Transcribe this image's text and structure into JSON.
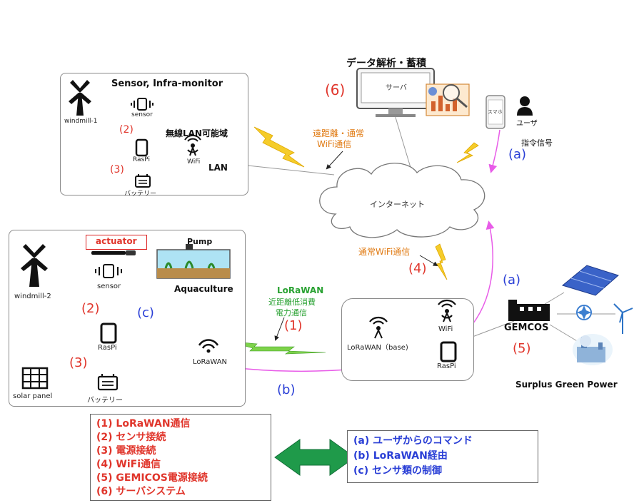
{
  "sensor_box": {
    "title": "Sensor, Infra-monitor",
    "windmill": "windmill-1",
    "sensor": "sensor",
    "raspi": "RasPi",
    "wifi": "WiFi",
    "battery": "バッテリー",
    "wlan_area": "無線LAN可能域",
    "lan": "LAN",
    "num2": "(2)",
    "num3": "(3)"
  },
  "aqua_box": {
    "windmill": "windmill-2",
    "actuator": "actuator",
    "pump": "Pump",
    "aquaculture": "Aquaculture",
    "sensor": "sensor",
    "raspi": "RasPi",
    "lorawan": "LoRaWAN",
    "battery": "バッテリー",
    "solar": "solar panel",
    "num2": "(2)",
    "num3": "(3)",
    "c": "(c)"
  },
  "server": {
    "title": "データ解析・蓄積",
    "label": "サーバ",
    "num": "(6)"
  },
  "user": {
    "phone": "スマホ",
    "label": "ユーザ",
    "command": "指令信号",
    "a": "(a)"
  },
  "internet": "インターネット",
  "wifi_long": {
    "line1": "遠距離・通常",
    "line2": "WiFi通信"
  },
  "wifi_normal": "通常WiFi通信",
  "num4": "(4)",
  "lora_link": {
    "title": "LoRaWAN",
    "line1": "近距離低消費",
    "line2": "電力通信",
    "num": "(1)"
  },
  "base_box": {
    "lora_base": "LoRaWAN（base)",
    "wifi": "WiFi",
    "raspi": "RasPi"
  },
  "gemcos": {
    "label": "GEMCOS",
    "num": "(5)",
    "a": "(a)",
    "surplus": "Surplus Green Power"
  },
  "b": "(b)",
  "legend_left": [
    "(1) LoRaWAN通信",
    "(2) センサ接続",
    "(3) 電源接続",
    "(4) WiFi通信",
    "(5) GEMICOS電源接続",
    "(6) サーバシステム"
  ],
  "legend_right": [
    "(a) ユーザからのコマンド",
    "(b) LoRaWAN経由",
    "(c) センサ類の制御"
  ],
  "colors": {
    "red": "#e0352b",
    "blue": "#2a3fd6",
    "magenta": "#e85ce8",
    "lightning": "#f2c31a",
    "green_arrow": "#1f9a4a",
    "orange": "#e07a12"
  }
}
